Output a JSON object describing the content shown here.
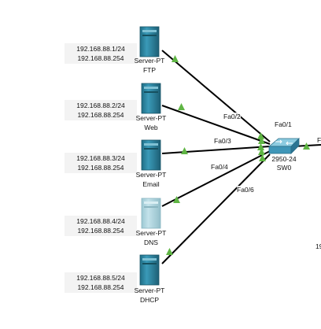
{
  "servers": [
    {
      "id": "ftp",
      "ip": "192.168.88.1/24",
      "gateway": "192.168.88.254",
      "type": "Server-PT",
      "name": "FTP",
      "port": "Fa0/2"
    },
    {
      "id": "web",
      "ip": "192.168.88.2/24",
      "gateway": "192.168.88.254",
      "type": "Server-PT",
      "name": "Web",
      "port": ""
    },
    {
      "id": "email",
      "ip": "192.168.88.3/24",
      "gateway": "192.168.88.254",
      "type": "Server-PT",
      "name": "Email",
      "port": "Fa0/3"
    },
    {
      "id": "dns",
      "ip": "192.168.88.4/24",
      "gateway": "192.168.88.254",
      "type": "Server-PT",
      "name": "DNS",
      "port": "Fa0/4"
    },
    {
      "id": "dhcp",
      "ip": "192.168.88.5/24",
      "gateway": "192.168.88.254",
      "type": "Server-PT",
      "name": "DHCP",
      "port": "Fa0/6"
    }
  ],
  "switch": {
    "model": "2950-24",
    "name": "SW0",
    "uplink_port": "Fa0/1"
  },
  "edge": {
    "right_text_1": "F",
    "right_text_2": "19"
  },
  "colors": {
    "server_body": "#2e8aa5",
    "server_dim": "#a8d3dd",
    "switch": "#3f96b8",
    "link_ok": "#5fb544",
    "ip_bg": "#f3f3f3"
  },
  "icons": [
    "server-icon",
    "switch-icon"
  ]
}
